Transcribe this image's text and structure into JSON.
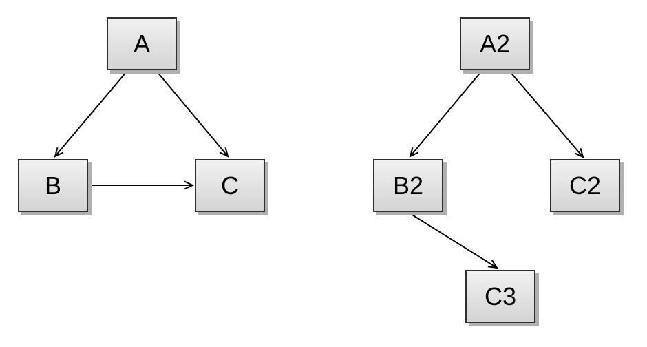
{
  "diagram": {
    "nodes": [
      {
        "id": "A",
        "label": "A"
      },
      {
        "id": "B",
        "label": "B"
      },
      {
        "id": "C",
        "label": "C"
      },
      {
        "id": "A2",
        "label": "A2"
      },
      {
        "id": "B2",
        "label": "B2"
      },
      {
        "id": "C2",
        "label": "C2"
      },
      {
        "id": "C3",
        "label": "C3"
      }
    ],
    "edges": [
      {
        "from": "A",
        "to": "B"
      },
      {
        "from": "A",
        "to": "C"
      },
      {
        "from": "B",
        "to": "C"
      },
      {
        "from": "A2",
        "to": "B2"
      },
      {
        "from": "A2",
        "to": "C2"
      },
      {
        "from": "B2",
        "to": "C3"
      }
    ],
    "colors": {
      "background": "#ffffff",
      "node_fill_top": "#f1f1f1",
      "node_fill_bottom": "#d4d4d4",
      "node_border": "#2f2f2f",
      "node_shadow": "#b0b0b0",
      "edge": "#000000",
      "label_text": "#000000"
    }
  }
}
